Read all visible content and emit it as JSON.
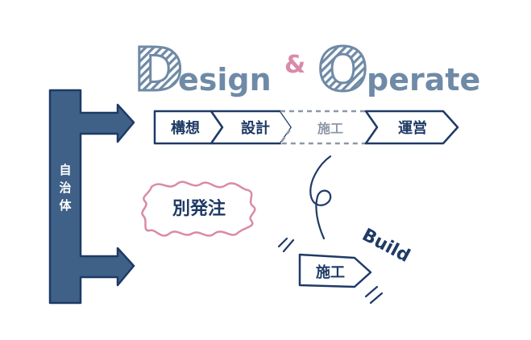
{
  "title": {
    "design_initial": "D",
    "design_rest": "esign",
    "ampersand": "&",
    "operate_initial": "O",
    "operate_rest": "perate"
  },
  "left_bar": {
    "label_chars": [
      "自",
      "治",
      "体"
    ]
  },
  "process_steps": [
    {
      "label": "構想",
      "style": "solid"
    },
    {
      "label": "設計",
      "style": "solid"
    },
    {
      "label": "施工",
      "style": "dashed"
    },
    {
      "label": "運営",
      "style": "solid"
    }
  ],
  "separate_order_label": "別発注",
  "build_tag": {
    "label": "施工",
    "annotation": "Build"
  },
  "colors": {
    "navy": "#1f3a66",
    "steel": "#3f6188",
    "title_blue": "#6f8aa6",
    "pink": "#d98aa8",
    "dash_gray": "#8d97a8",
    "bar_fill": "#3f6188"
  }
}
